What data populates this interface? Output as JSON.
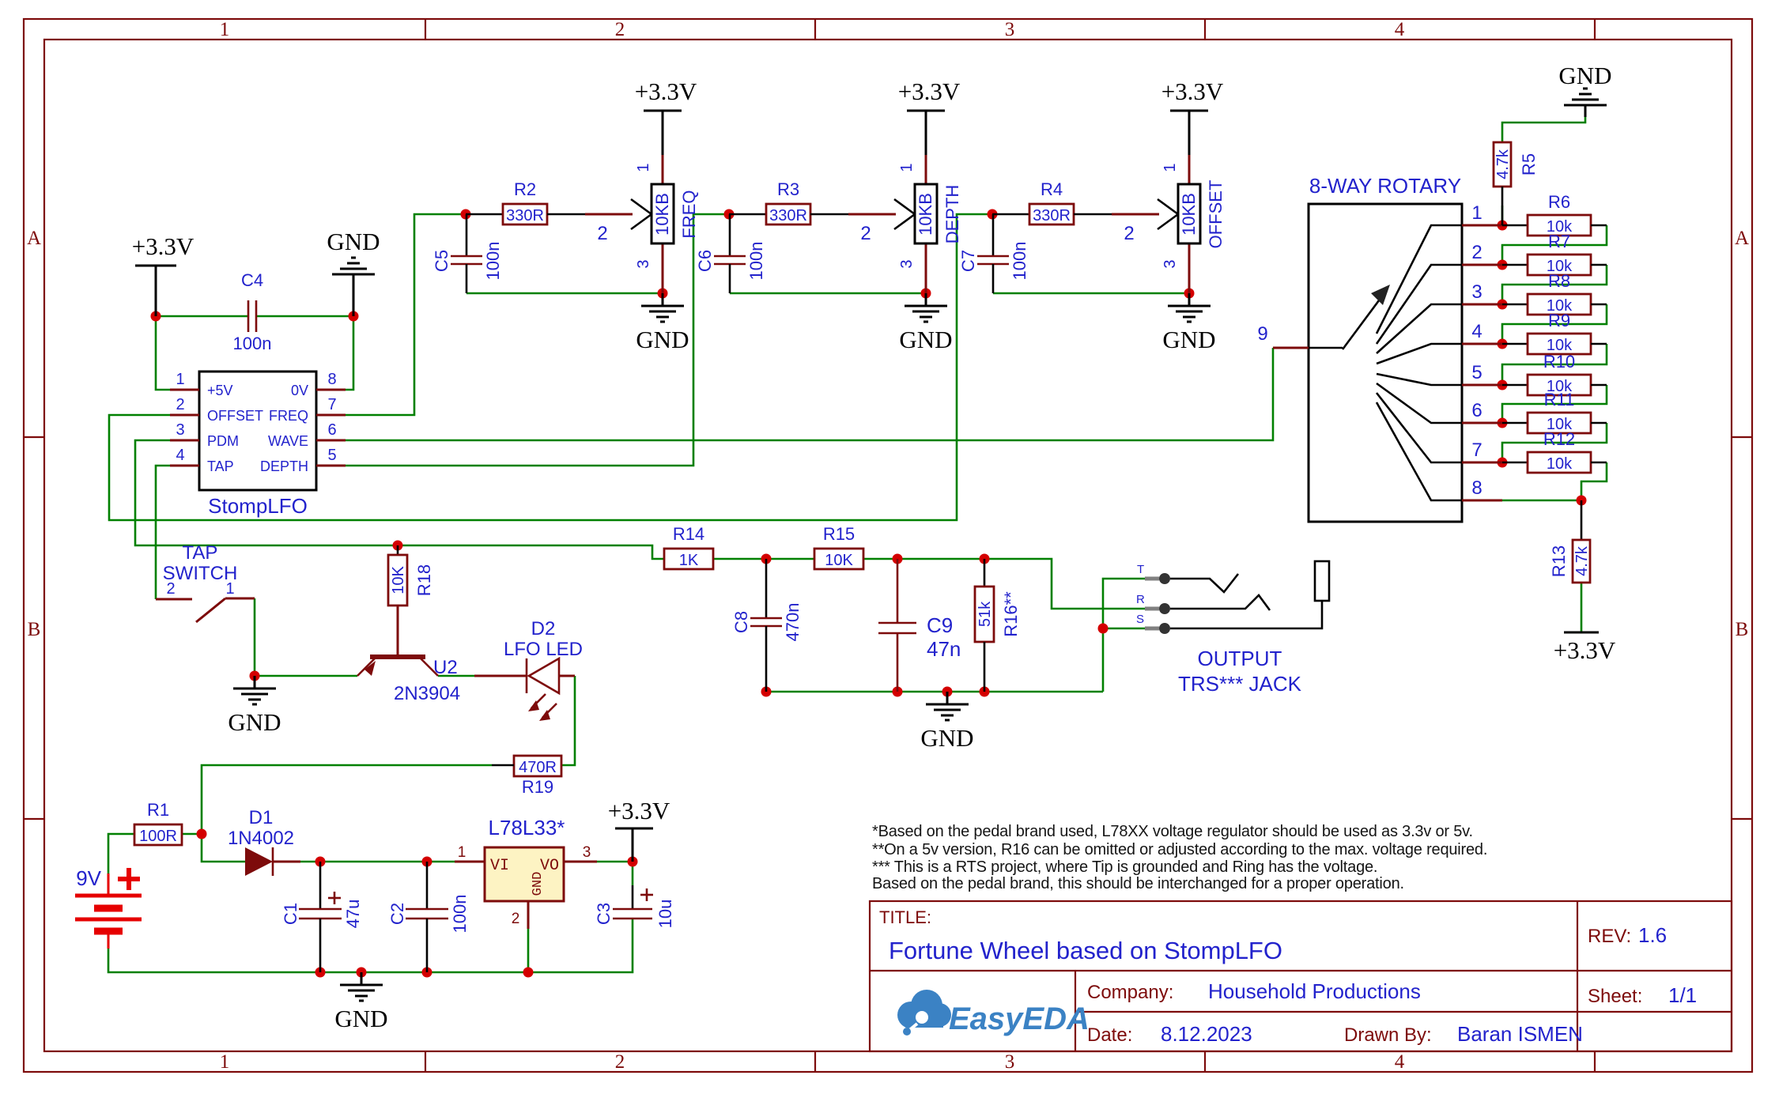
{
  "colors": {
    "wire_green": "#008000",
    "component_maroon": "#7d0b0b",
    "label_blue": "#2222cc",
    "junction_red": "#d40000",
    "border_red": "#7d0b0b",
    "regulator_fill": "#fdf3c3",
    "battery_red": "#e60000",
    "logo_blue": "#3b82c4"
  },
  "frame": {
    "cols": [
      "1",
      "2",
      "3",
      "4"
    ],
    "rows": [
      "A",
      "B"
    ]
  },
  "flags": {
    "v33": "+3.3V",
    "gnd": "GND"
  },
  "ic": {
    "name": "StompLFO",
    "pins_left": [
      {
        "n": "1",
        "t": "+5V"
      },
      {
        "n": "2",
        "t": "OFFSET"
      },
      {
        "n": "3",
        "t": "PDM"
      },
      {
        "n": "4",
        "t": "TAP"
      }
    ],
    "pins_right": [
      {
        "n": "8",
        "t": "0V"
      },
      {
        "n": "7",
        "t": "FREQ"
      },
      {
        "n": "6",
        "t": "WAVE"
      },
      {
        "n": "5",
        "t": "DEPTH"
      }
    ]
  },
  "c4": {
    "ref": "C4",
    "val": "100n"
  },
  "pot_pins": {
    "p1": "1",
    "p2": "2",
    "p3": "3"
  },
  "pots": [
    {
      "r": "R2",
      "rv": "330R",
      "c": "C5",
      "cv": "100n",
      "val": "10KB",
      "fn": "FREQ"
    },
    {
      "r": "R3",
      "rv": "330R",
      "c": "C6",
      "cv": "100n",
      "val": "10KB",
      "fn": "DEPTH"
    },
    {
      "r": "R4",
      "rv": "330R",
      "c": "C7",
      "cv": "100n",
      "val": "10KB",
      "fn": "OFFSET"
    }
  ],
  "rotary": {
    "title": "8-WAY ROTARY",
    "common": "9",
    "pins": [
      "1",
      "2",
      "3",
      "4",
      "5",
      "6",
      "7",
      "8"
    ],
    "r5": {
      "ref": "R5",
      "val": "4.7k"
    },
    "ladder": [
      {
        "ref": "R6",
        "val": "10k"
      },
      {
        "ref": "R7",
        "val": "10k"
      },
      {
        "ref": "R8",
        "val": "10k"
      },
      {
        "ref": "R9",
        "val": "10k"
      },
      {
        "ref": "R10",
        "val": "10k"
      },
      {
        "ref": "R11",
        "val": "10k"
      },
      {
        "ref": "R12",
        "val": "10k"
      }
    ],
    "r13": {
      "ref": "R13",
      "val": "4.7k"
    }
  },
  "tap": {
    "l1": "TAP",
    "l2": "SWITCH",
    "p2": "2",
    "p1": "1"
  },
  "u2": {
    "ref": "U2",
    "val": "2N3904"
  },
  "r18": {
    "ref": "R18",
    "val": "10K"
  },
  "d2": {
    "ref": "D2",
    "val": "LFO LED"
  },
  "r19": {
    "ref": "R19",
    "val": "470R"
  },
  "out": {
    "r14": {
      "ref": "R14",
      "val": "1K"
    },
    "r15": {
      "ref": "R15",
      "val": "10K"
    },
    "c8": {
      "ref": "C8",
      "val": "470n"
    },
    "c9": {
      "ref": "C9",
      "val": "47n"
    },
    "r16": {
      "ref": "R16**",
      "val": "51k"
    },
    "jack": {
      "t": "T",
      "r": "R",
      "s": "S",
      "l1": "OUTPUT",
      "l2": "TRS*** JACK"
    }
  },
  "power": {
    "bat": "9V",
    "r1": {
      "ref": "R1",
      "val": "100R"
    },
    "d1": {
      "ref": "D1",
      "val": "1N4002"
    },
    "c1": {
      "ref": "C1",
      "val": "47u"
    },
    "c2": {
      "ref": "C2",
      "val": "100n"
    },
    "c3": {
      "ref": "C3",
      "val": "10u"
    },
    "reg": {
      "name": "L78L33*",
      "vi": "VI",
      "vo": "VO",
      "gnd": "GND",
      "p1": "1",
      "p2": "2",
      "p3": "3"
    }
  },
  "notes": {
    "l1": "*Based on the pedal brand used, L78XX voltage regulator should be used as 3.3v or 5v.",
    "l2": "**On a 5v version, R16 can be omitted or adjusted according to the max. voltage required.",
    "l3": "*** This is a RTS project, where Tip is grounded and Ring has the voltage.",
    "l4": "Based on the pedal brand, this should be interchanged for a proper operation."
  },
  "tb": {
    "title_label": "TITLE:",
    "title": "Fortune Wheel based on StompLFO",
    "rev_label": "REV:",
    "rev": "1.6",
    "company_label": "Company:",
    "company": "Household Productions",
    "sheet_label": "Sheet:",
    "sheet": "1/1",
    "date_label": "Date:",
    "date": "8.12.2023",
    "drawn_label": "Drawn By:",
    "drawn": "Baran ISMEN",
    "logo": "EasyEDA"
  }
}
